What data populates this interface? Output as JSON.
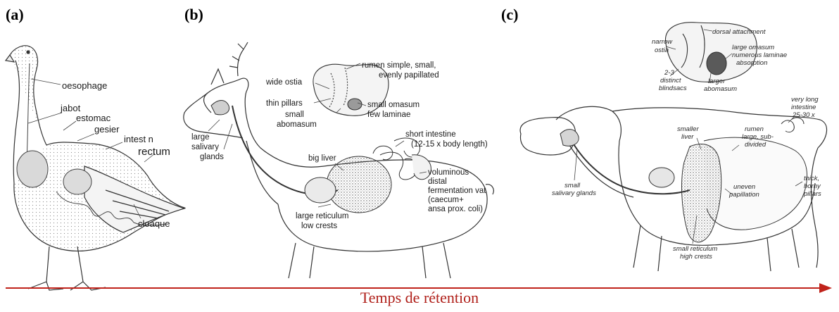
{
  "panels": {
    "a": {
      "letter": "(a)",
      "labels": [
        "oesophage",
        "jabot",
        "estomac",
        "gesier",
        "intest n",
        "rectum",
        "cloaque"
      ]
    },
    "b": {
      "letter": "(b)",
      "labels": [
        "rumen simple, small,",
        "evenly papillated",
        "wide ostia",
        "thin pillars",
        "small omasum",
        "few laminae",
        "small",
        "abomasum",
        "short intestine",
        "(12-15 x body length)",
        "large",
        "salivary",
        "glands",
        "big liver",
        "voluminous",
        "distal",
        "fermentation vat",
        "(caecum+",
        "ansa prox. coli)",
        "large reticulum",
        "low crests"
      ]
    },
    "c": {
      "letter": "(c)",
      "labels": [
        "dorsal attachment",
        "narrow",
        "ostia",
        "large omasum",
        "numerous laminae",
        "absorption",
        "2-3",
        "distinct",
        "blindsacs",
        "larger",
        "abomasum",
        "very long",
        "intestine",
        "25-30 x",
        "smaller",
        "liver",
        "rumen",
        "large, sub-",
        "divided",
        "small",
        "salivary glands",
        "uneven",
        "papillation",
        "thick,",
        "horny",
        "pillars",
        "small reticulum",
        "high crests"
      ]
    }
  },
  "axis": {
    "label": "Temps de rétention",
    "color": "#c0231b"
  }
}
